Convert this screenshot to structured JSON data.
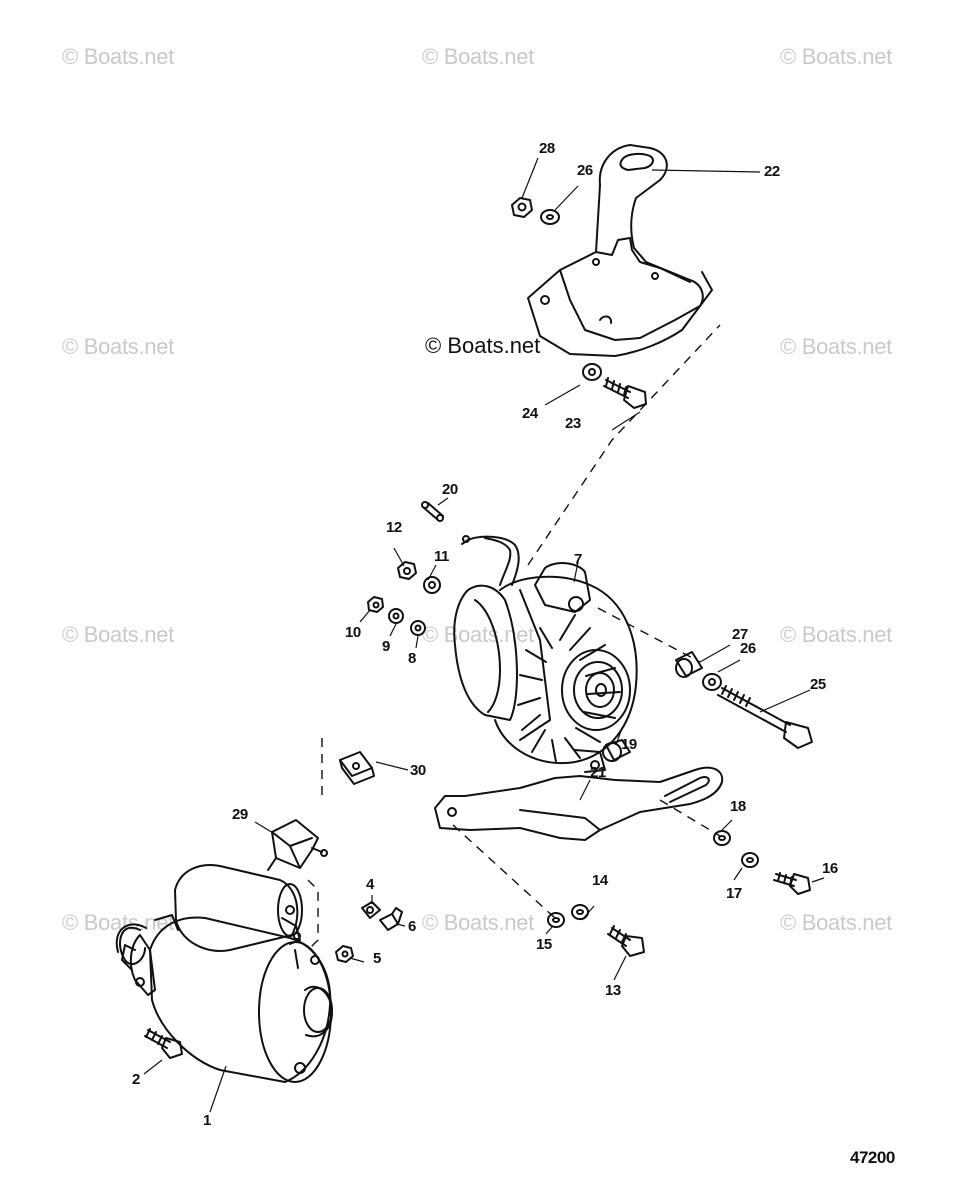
{
  "watermark": "© Boats.net",
  "diagram_number": "47200",
  "callouts": [
    {
      "id": "c1",
      "label": "1"
    },
    {
      "id": "c2",
      "label": "2"
    },
    {
      "id": "c4",
      "label": "4"
    },
    {
      "id": "c5",
      "label": "5"
    },
    {
      "id": "c6",
      "label": "6"
    },
    {
      "id": "c7",
      "label": "7"
    },
    {
      "id": "c8",
      "label": "8"
    },
    {
      "id": "c9",
      "label": "9"
    },
    {
      "id": "c10",
      "label": "10"
    },
    {
      "id": "c11",
      "label": "11"
    },
    {
      "id": "c12",
      "label": "12"
    },
    {
      "id": "c13",
      "label": "13"
    },
    {
      "id": "c14",
      "label": "14"
    },
    {
      "id": "c15",
      "label": "15"
    },
    {
      "id": "c16",
      "label": "16"
    },
    {
      "id": "c17",
      "label": "17"
    },
    {
      "id": "c18",
      "label": "18"
    },
    {
      "id": "c19",
      "label": "19"
    },
    {
      "id": "c20",
      "label": "20"
    },
    {
      "id": "c21",
      "label": "21"
    },
    {
      "id": "c22",
      "label": "22"
    },
    {
      "id": "c23",
      "label": "23"
    },
    {
      "id": "c24",
      "label": "24"
    },
    {
      "id": "c25",
      "label": "25"
    },
    {
      "id": "c26a",
      "label": "26"
    },
    {
      "id": "c26b",
      "label": "26"
    },
    {
      "id": "c27",
      "label": "27"
    },
    {
      "id": "c28",
      "label": "28"
    },
    {
      "id": "c29",
      "label": "29"
    },
    {
      "id": "c30",
      "label": "30"
    }
  ]
}
